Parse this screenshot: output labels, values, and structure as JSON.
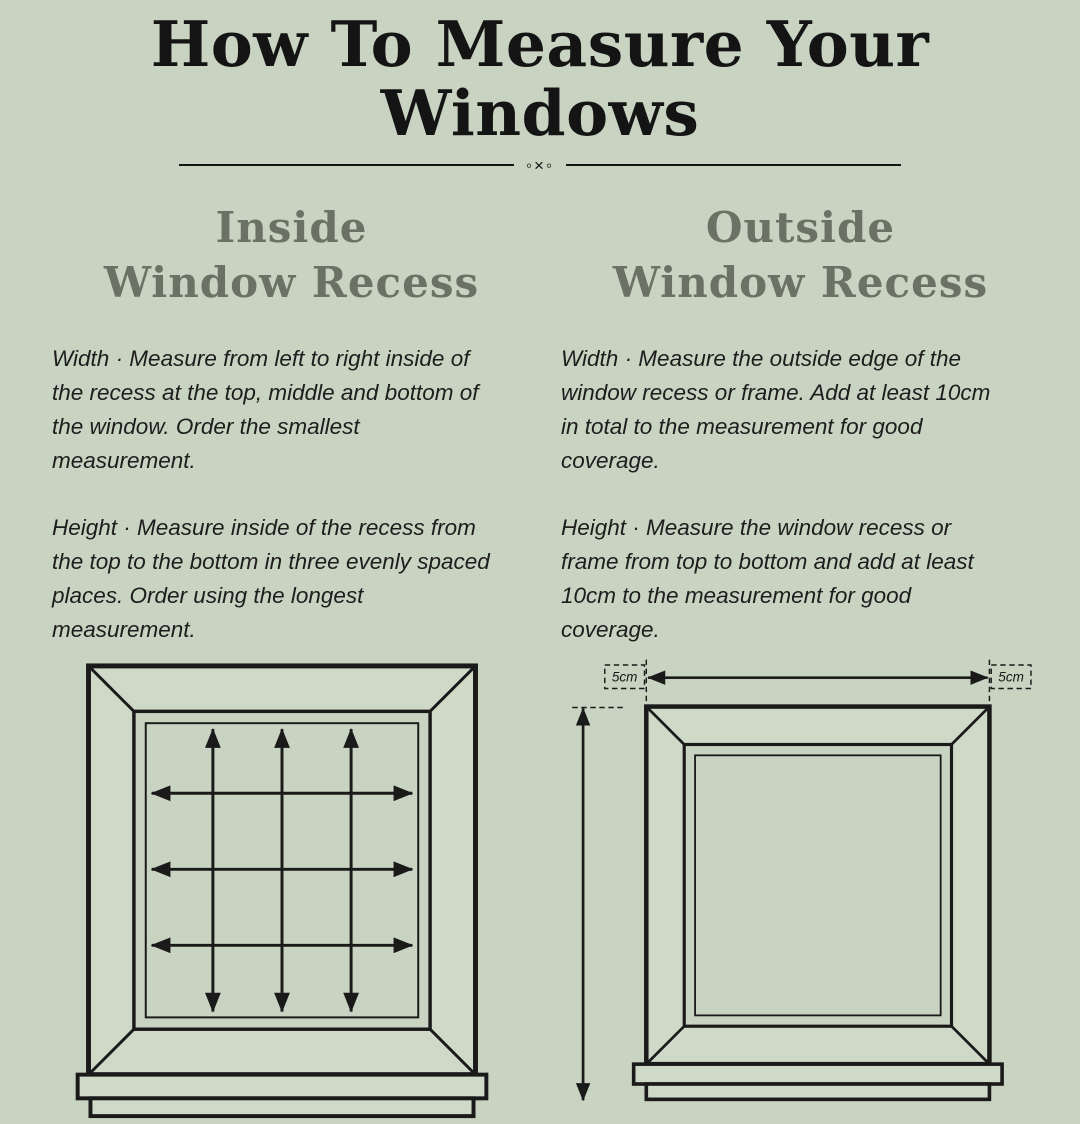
{
  "header": {
    "title": "How To Measure Your Windows",
    "ornament": "◦×◦"
  },
  "columns": {
    "inside": {
      "heading_line1": "Inside",
      "heading_line2": "Window Recess",
      "width_text": "Width · Measure from left to right inside of the recess at the top, middle and bottom of the window. Order the smallest measurement.",
      "height_text": "Height · Measure inside of the recess from the top to the bottom in three evenly spaced places. Order using the longest measurement."
    },
    "outside": {
      "heading_line1": "Outside",
      "heading_line2": "Window Recess",
      "width_text": "Width · Measure the outside edge of the window recess or frame. Add at least 10cm in total to the measurement for good coverage.",
      "height_text": "Height · Measure the window recess or frame from top to bottom and add at least 10cm to the measurement for good coverage."
    }
  },
  "diagrams": {
    "outside": {
      "left_margin_label": "5cm",
      "right_margin_label": "5cm"
    }
  },
  "colors": {
    "background": "#c8d3c1",
    "ink": "#1a1a1a",
    "heading": "#6b7265",
    "frame_fill": "#cfd9c7"
  }
}
